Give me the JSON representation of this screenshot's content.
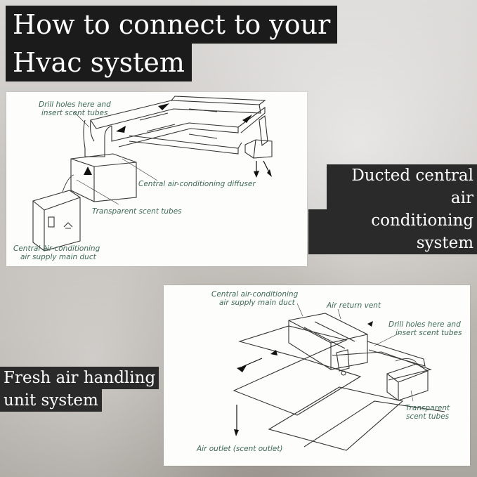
{
  "title": {
    "line1": "How to connect to your",
    "line2": "Hvac system"
  },
  "ducted": {
    "label_line1": "Ducted central air",
    "label_line2": "conditioning system",
    "annotations": {
      "drill1": "Drill holes here and",
      "drill2": "insert scent tubes",
      "diffuser": "Central air-conditioning diffuser",
      "tubes": "Transparent scent tubes",
      "main1": "Central air-conditioning",
      "main2": "air supply main duct"
    }
  },
  "fresh": {
    "label_line1": "Fresh air handling",
    "label_line2": "unit system",
    "annotations": {
      "main1": "Central air-conditioning",
      "main2": "air supply main duct",
      "return": "Air return vent",
      "drill1": "Drill holes here and",
      "drill2": "insert scent tubes",
      "tubes1": "Transparent",
      "tubes2": "scent tubes",
      "outlet": "Air outlet (scent outlet)"
    }
  },
  "colors": {
    "annotation": "#3d6a58",
    "label_bg": "#2a2a2a",
    "title_bg": "#1b1b1b"
  }
}
